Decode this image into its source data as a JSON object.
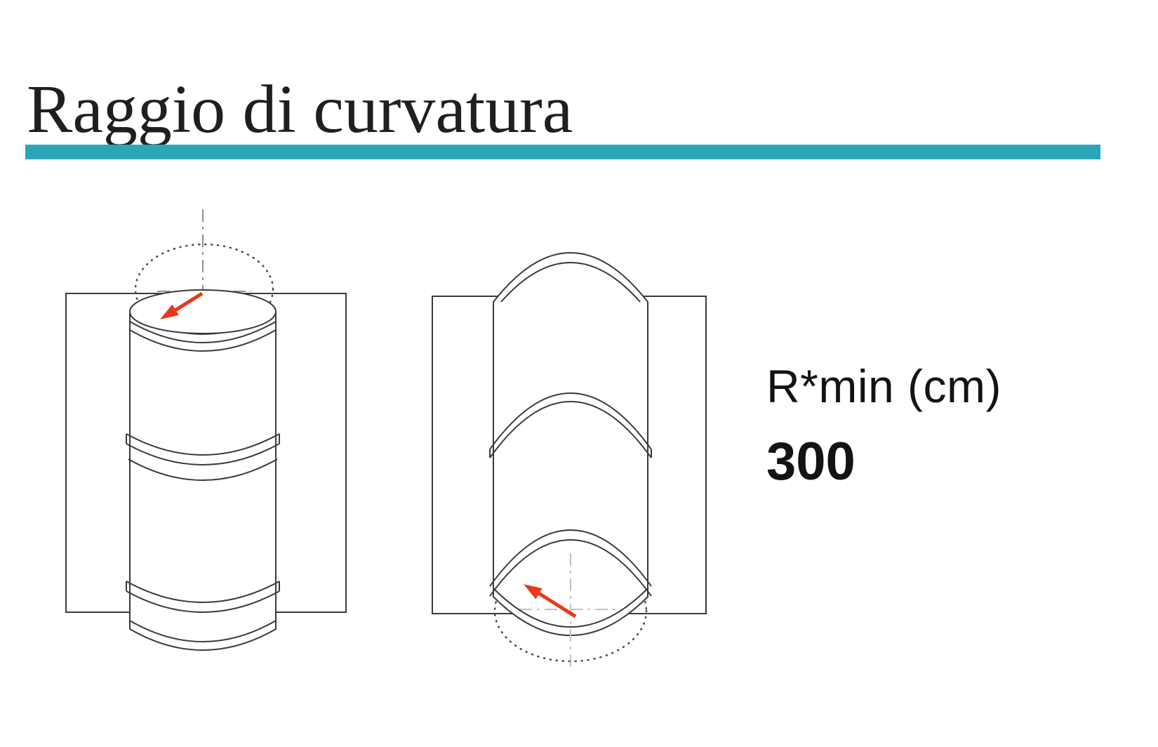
{
  "header": {
    "title": "Raggio di curvatura"
  },
  "accent_color": "#2AA6B6",
  "line_color": "#3B3B3B",
  "arrow_color": "#E8391A",
  "figures": {
    "left": {
      "name": "convex-bend-diagram"
    },
    "right": {
      "name": "concave-bend-diagram"
    }
  },
  "spec": {
    "label": "R*min (cm)",
    "value": "300"
  }
}
